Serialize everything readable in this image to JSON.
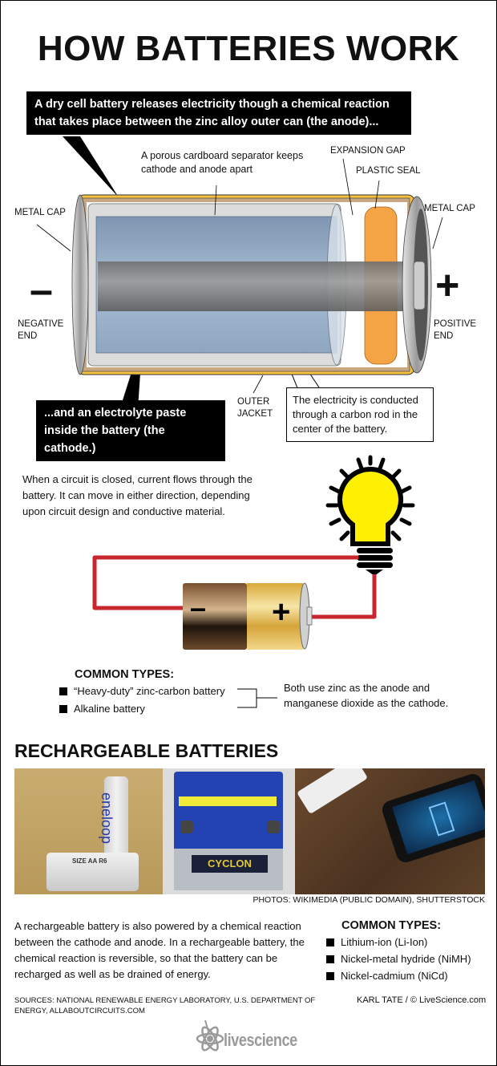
{
  "title": "HOW BATTERIES WORK",
  "diagram": {
    "anode_callout": "A dry cell battery releases electricity though a chemical reaction that takes place between the zinc alloy outer can (the anode)...",
    "separator_label": "A porous cardboard separator keeps cathode and anode apart",
    "expansion_gap_label": "EXPANSION GAP",
    "plastic_seal_label": "PLASTIC SEAL",
    "metal_cap_left_label": "METAL CAP",
    "metal_cap_right_label": "METAL CAP",
    "negative_sign": "–",
    "positive_sign": "+",
    "negative_end_label": "NEGATIVE END",
    "positive_end_label": "POSITIVE END",
    "outer_jacket_label": "OUTER JACKET",
    "cathode_callout": "...and an electrolyte paste inside the battery (the cathode.)",
    "carbon_rod_callout": "The electricity is conducted through a carbon rod in the center of the battery.",
    "colors": {
      "jacket": "#f5c242",
      "separator": "#c8a882",
      "paste": "#9fb4cc",
      "rod": "#8a8a8a",
      "seal": "#f5a445"
    }
  },
  "circuit": {
    "description": "When a circuit is closed, current flows through the battery. It can move in either direction, depending upon circuit design and conductive material.",
    "battery_negative": "–",
    "battery_positive": "+",
    "wire_color": "#c8262e",
    "bulb_color": "#ffef00"
  },
  "common_types": {
    "heading": "COMMON TYPES:",
    "items": [
      "“Heavy-duty” zinc-carbon battery",
      "Alkaline battery"
    ],
    "note": "Both use zinc as the anode and manganese dioxide as the cathode."
  },
  "rechargeable": {
    "heading": "RECHARGEABLE BATTERIES",
    "photos": [
      {
        "label": "eneloop",
        "subtext": "SIZE AA R6"
      },
      {
        "label": "CYCLON"
      },
      {
        "label": "phone-charging"
      }
    ],
    "photo_credit": "PHOTOS: WIKIMEDIA (PUBLIC DOMAIN), SHUTTERSTOCK",
    "description": "A rechargeable battery is also powered by a chemical reaction between the cathode and anode. In a rechargeable battery, the chemical reaction is reversible, so that the battery can be recharged as well as be drained of energy.",
    "types_heading": "COMMON TYPES:",
    "types": [
      "Lithium-ion (Li-Ion)",
      "Nickel-metal hydride (NiMH)",
      "Nickel-cadmium (NiCd)"
    ]
  },
  "footer": {
    "sources": "SOURCES: NATIONAL RENEWABLE ENERGY LABORATORY, U.S. DEPARTMENT OF ENERGY, ALLABOUTCIRCUITS.COM",
    "credit": "KARL TATE / © LiveScience.com",
    "logo": "livescience"
  }
}
